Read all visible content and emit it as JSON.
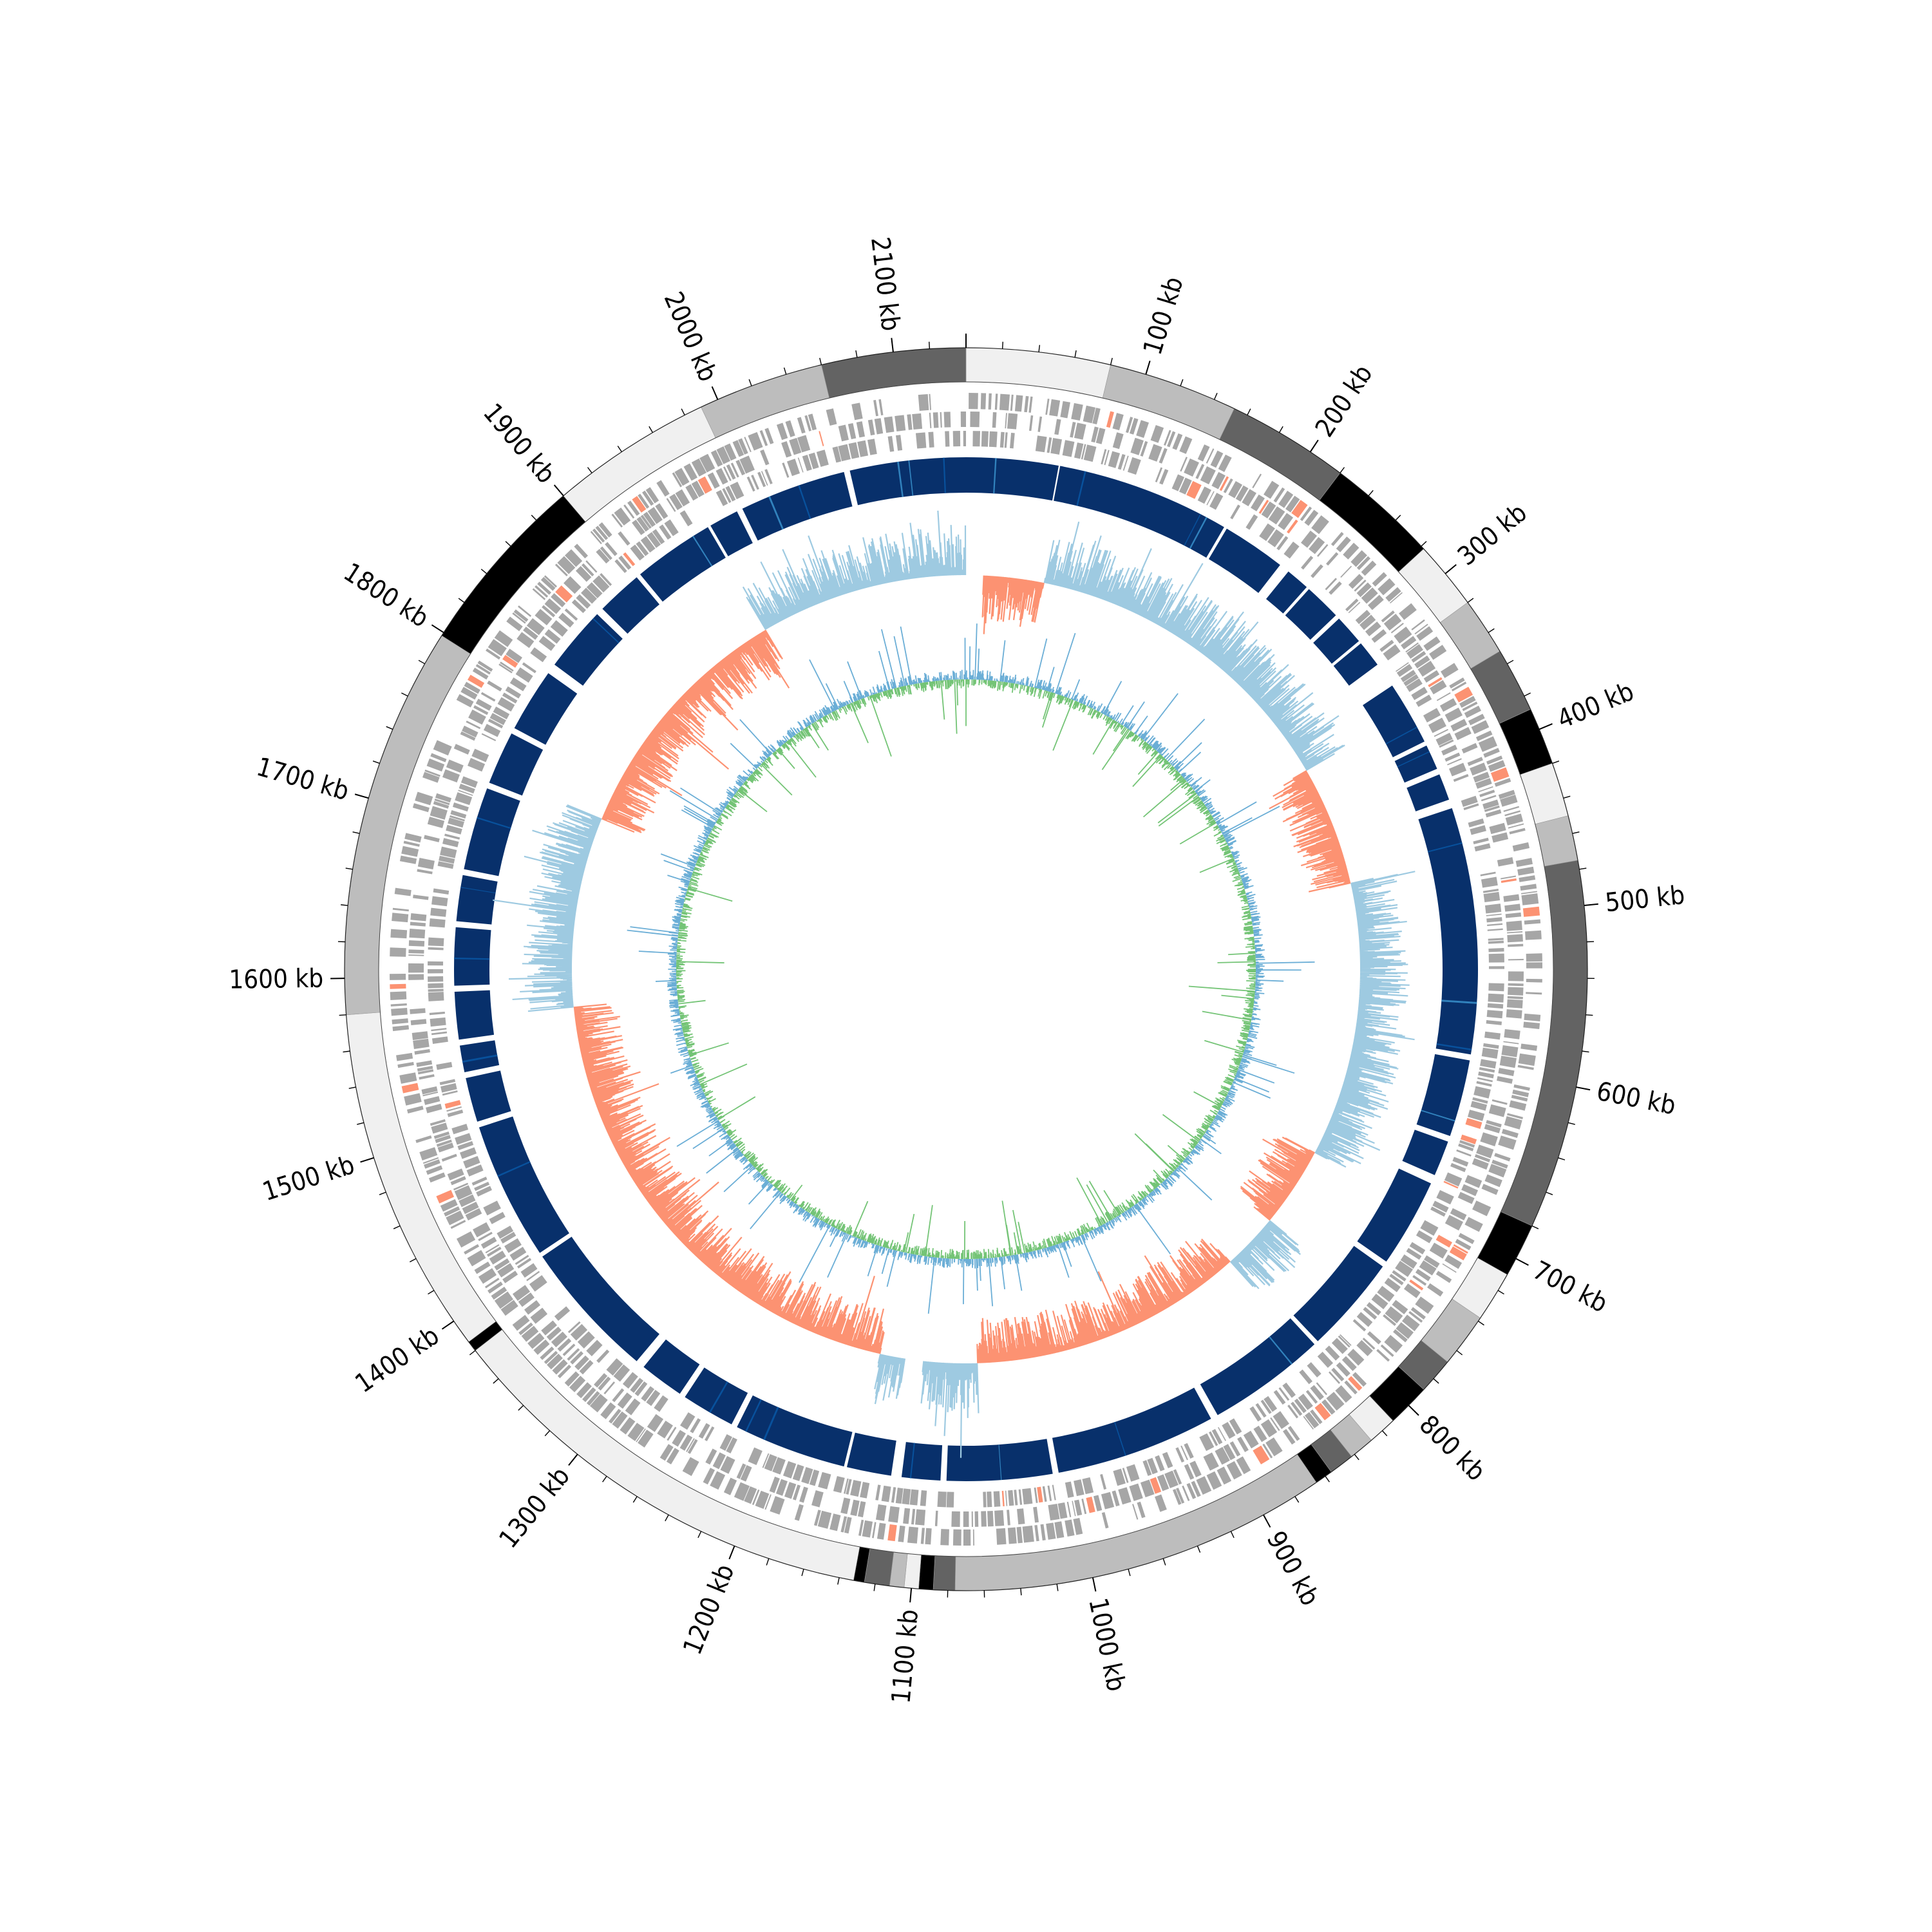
{
  "chart_data": {
    "type": "circular-genome",
    "title": "",
    "genome_length_kb": 2140,
    "axis": {
      "tick_unit": "kb",
      "major_ticks_kb": [
        0,
        100,
        200,
        300,
        400,
        500,
        600,
        700,
        800,
        900,
        1000,
        1100,
        1200,
        1300,
        1400,
        1500,
        1600,
        1700,
        1800,
        1900,
        2000,
        2100
      ],
      "tick_labels": [
        "",
        "100 kb",
        "200 kb",
        "300 kb",
        "400 kb",
        "500 kb",
        "600 kb",
        "700 kb",
        "800 kb",
        "900 kb",
        "1000 kb",
        "1100 kb",
        "1200 kb",
        "1300 kb",
        "1400 kb",
        "1500 kb",
        "1600 kb",
        "1700 kb",
        "1800 kb",
        "1900 kb",
        "2000 kb",
        "2100 kb"
      ],
      "minor_tick_step_kb": 20
    },
    "tracks": [
      {
        "name": "contigs",
        "shade_palette": [
          "#f0f0f0",
          "#bdbdbd",
          "#636363",
          "#000000"
        ],
        "segments": [
          {
            "start": 0,
            "end": 80,
            "shade": 0
          },
          {
            "start": 80,
            "end": 152,
            "shade": 1
          },
          {
            "start": 152,
            "end": 220,
            "shade": 2
          },
          {
            "start": 220,
            "end": 282,
            "shade": 3
          },
          {
            "start": 282,
            "end": 320,
            "shade": 0
          },
          {
            "start": 320,
            "end": 352,
            "shade": 1
          },
          {
            "start": 352,
            "end": 388,
            "shade": 2
          },
          {
            "start": 388,
            "end": 420,
            "shade": 3
          },
          {
            "start": 420,
            "end": 450,
            "shade": 0
          },
          {
            "start": 450,
            "end": 475,
            "shade": 1
          },
          {
            "start": 475,
            "end": 680,
            "shade": 2
          },
          {
            "start": 680,
            "end": 710,
            "shade": 3
          },
          {
            "start": 710,
            "end": 738,
            "shade": 0
          },
          {
            "start": 738,
            "end": 768,
            "shade": 1
          },
          {
            "start": 768,
            "end": 788,
            "shade": 2
          },
          {
            "start": 788,
            "end": 812,
            "shade": 3
          },
          {
            "start": 812,
            "end": 828,
            "shade": 0
          },
          {
            "start": 828,
            "end": 842,
            "shade": 1
          },
          {
            "start": 842,
            "end": 856,
            "shade": 2
          },
          {
            "start": 856,
            "end": 866,
            "shade": 3
          },
          {
            "start": 866,
            "end": 1076,
            "shade": 1
          },
          {
            "start": 1076,
            "end": 1088,
            "shade": 2
          },
          {
            "start": 1088,
            "end": 1096,
            "shade": 3
          },
          {
            "start": 1096,
            "end": 1104,
            "shade": 0
          },
          {
            "start": 1104,
            "end": 1112,
            "shade": 1
          },
          {
            "start": 1112,
            "end": 1126,
            "shade": 2
          },
          {
            "start": 1126,
            "end": 1132,
            "shade": 3
          },
          {
            "start": 1132,
            "end": 1380,
            "shade": 0
          },
          {
            "start": 1380,
            "end": 1386,
            "shade": 3
          },
          {
            "start": 1386,
            "end": 1580,
            "shade": 0
          },
          {
            "start": 1580,
            "end": 1798,
            "shade": 1
          },
          {
            "start": 1798,
            "end": 1900,
            "shade": 3
          },
          {
            "start": 1900,
            "end": 1990,
            "shade": 0
          },
          {
            "start": 1990,
            "end": 2060,
            "shade": 1
          },
          {
            "start": 2060,
            "end": 2140,
            "shade": 2
          }
        ]
      },
      {
        "name": "genes",
        "color": "#a6a6a6",
        "highlight_color": "#fc9272",
        "lanes": 3
      },
      {
        "name": "syntenic-blocks",
        "colors": [
          "#08306b",
          "#08519c",
          "#3182bd"
        ],
        "blocks": [
          {
            "start": 0,
            "end": 62
          },
          {
            "start": 63,
            "end": 180
          },
          {
            "start": 182,
            "end": 225
          },
          {
            "start": 232,
            "end": 248
          },
          {
            "start": 250,
            "end": 275
          },
          {
            "start": 278,
            "end": 298
          },
          {
            "start": 300,
            "end": 318
          },
          {
            "start": 335,
            "end": 378
          },
          {
            "start": 381,
            "end": 398
          },
          {
            "start": 402,
            "end": 420
          },
          {
            "start": 426,
            "end": 592
          },
          {
            "start": 596,
            "end": 648
          },
          {
            "start": 652,
            "end": 676
          },
          {
            "start": 682,
            "end": 742
          },
          {
            "start": 746,
            "end": 812
          },
          {
            "start": 815,
            "end": 895
          },
          {
            "start": 900,
            "end": 1008
          },
          {
            "start": 1012,
            "end": 1083
          },
          {
            "start": 1087,
            "end": 1113
          },
          {
            "start": 1120,
            "end": 1150
          },
          {
            "start": 1152,
            "end": 1228
          },
          {
            "start": 1232,
            "end": 1268
          },
          {
            "start": 1272,
            "end": 1302
          },
          {
            "start": 1308,
            "end": 1402
          },
          {
            "start": 1405,
            "end": 1498
          },
          {
            "start": 1502,
            "end": 1532
          },
          {
            "start": 1536,
            "end": 1554
          },
          {
            "start": 1558,
            "end": 1590
          },
          {
            "start": 1594,
            "end": 1633
          },
          {
            "start": 1637,
            "end": 1668
          },
          {
            "start": 1672,
            "end": 1728
          },
          {
            "start": 1732,
            "end": 1768
          },
          {
            "start": 1772,
            "end": 1815
          },
          {
            "start": 1822,
            "end": 1866
          },
          {
            "start": 1871,
            "end": 1902
          },
          {
            "start": 1905,
            "end": 1960
          },
          {
            "start": 1962,
            "end": 1982
          },
          {
            "start": 1986,
            "end": 2058
          },
          {
            "start": 2062,
            "end": 2140
          }
        ]
      },
      {
        "name": "gc-skew",
        "positive_color": "#9ecae1",
        "negative_color": "#fc9272",
        "gaps_kb": [
          [
            0,
            15
          ],
          [
            1107,
            1123
          ]
        ],
        "regions": [
          {
            "start": 0,
            "end": 68,
            "sign": -1
          },
          {
            "start": 68,
            "end": 355,
            "sign": 1
          },
          {
            "start": 355,
            "end": 460,
            "sign": -1
          },
          {
            "start": 460,
            "end": 700,
            "sign": 1
          },
          {
            "start": 700,
            "end": 770,
            "sign": -1
          },
          {
            "start": 770,
            "end": 820,
            "sign": 1
          },
          {
            "start": 820,
            "end": 900,
            "sign": -1
          },
          {
            "start": 900,
            "end": 1060,
            "sign": -1
          },
          {
            "start": 1060,
            "end": 1107,
            "sign": 1
          },
          {
            "start": 1123,
            "end": 1145,
            "sign": 1
          },
          {
            "start": 1145,
            "end": 1572,
            "sign": -1
          },
          {
            "start": 1572,
            "end": 1738,
            "sign": 1
          },
          {
            "start": 1738,
            "end": 1958,
            "sign": -1
          },
          {
            "start": 1958,
            "end": 2140,
            "sign": 1
          }
        ]
      },
      {
        "name": "gc-content",
        "outward_color": "#6baed6",
        "inward_color": "#74c476",
        "points": 800
      }
    ]
  }
}
